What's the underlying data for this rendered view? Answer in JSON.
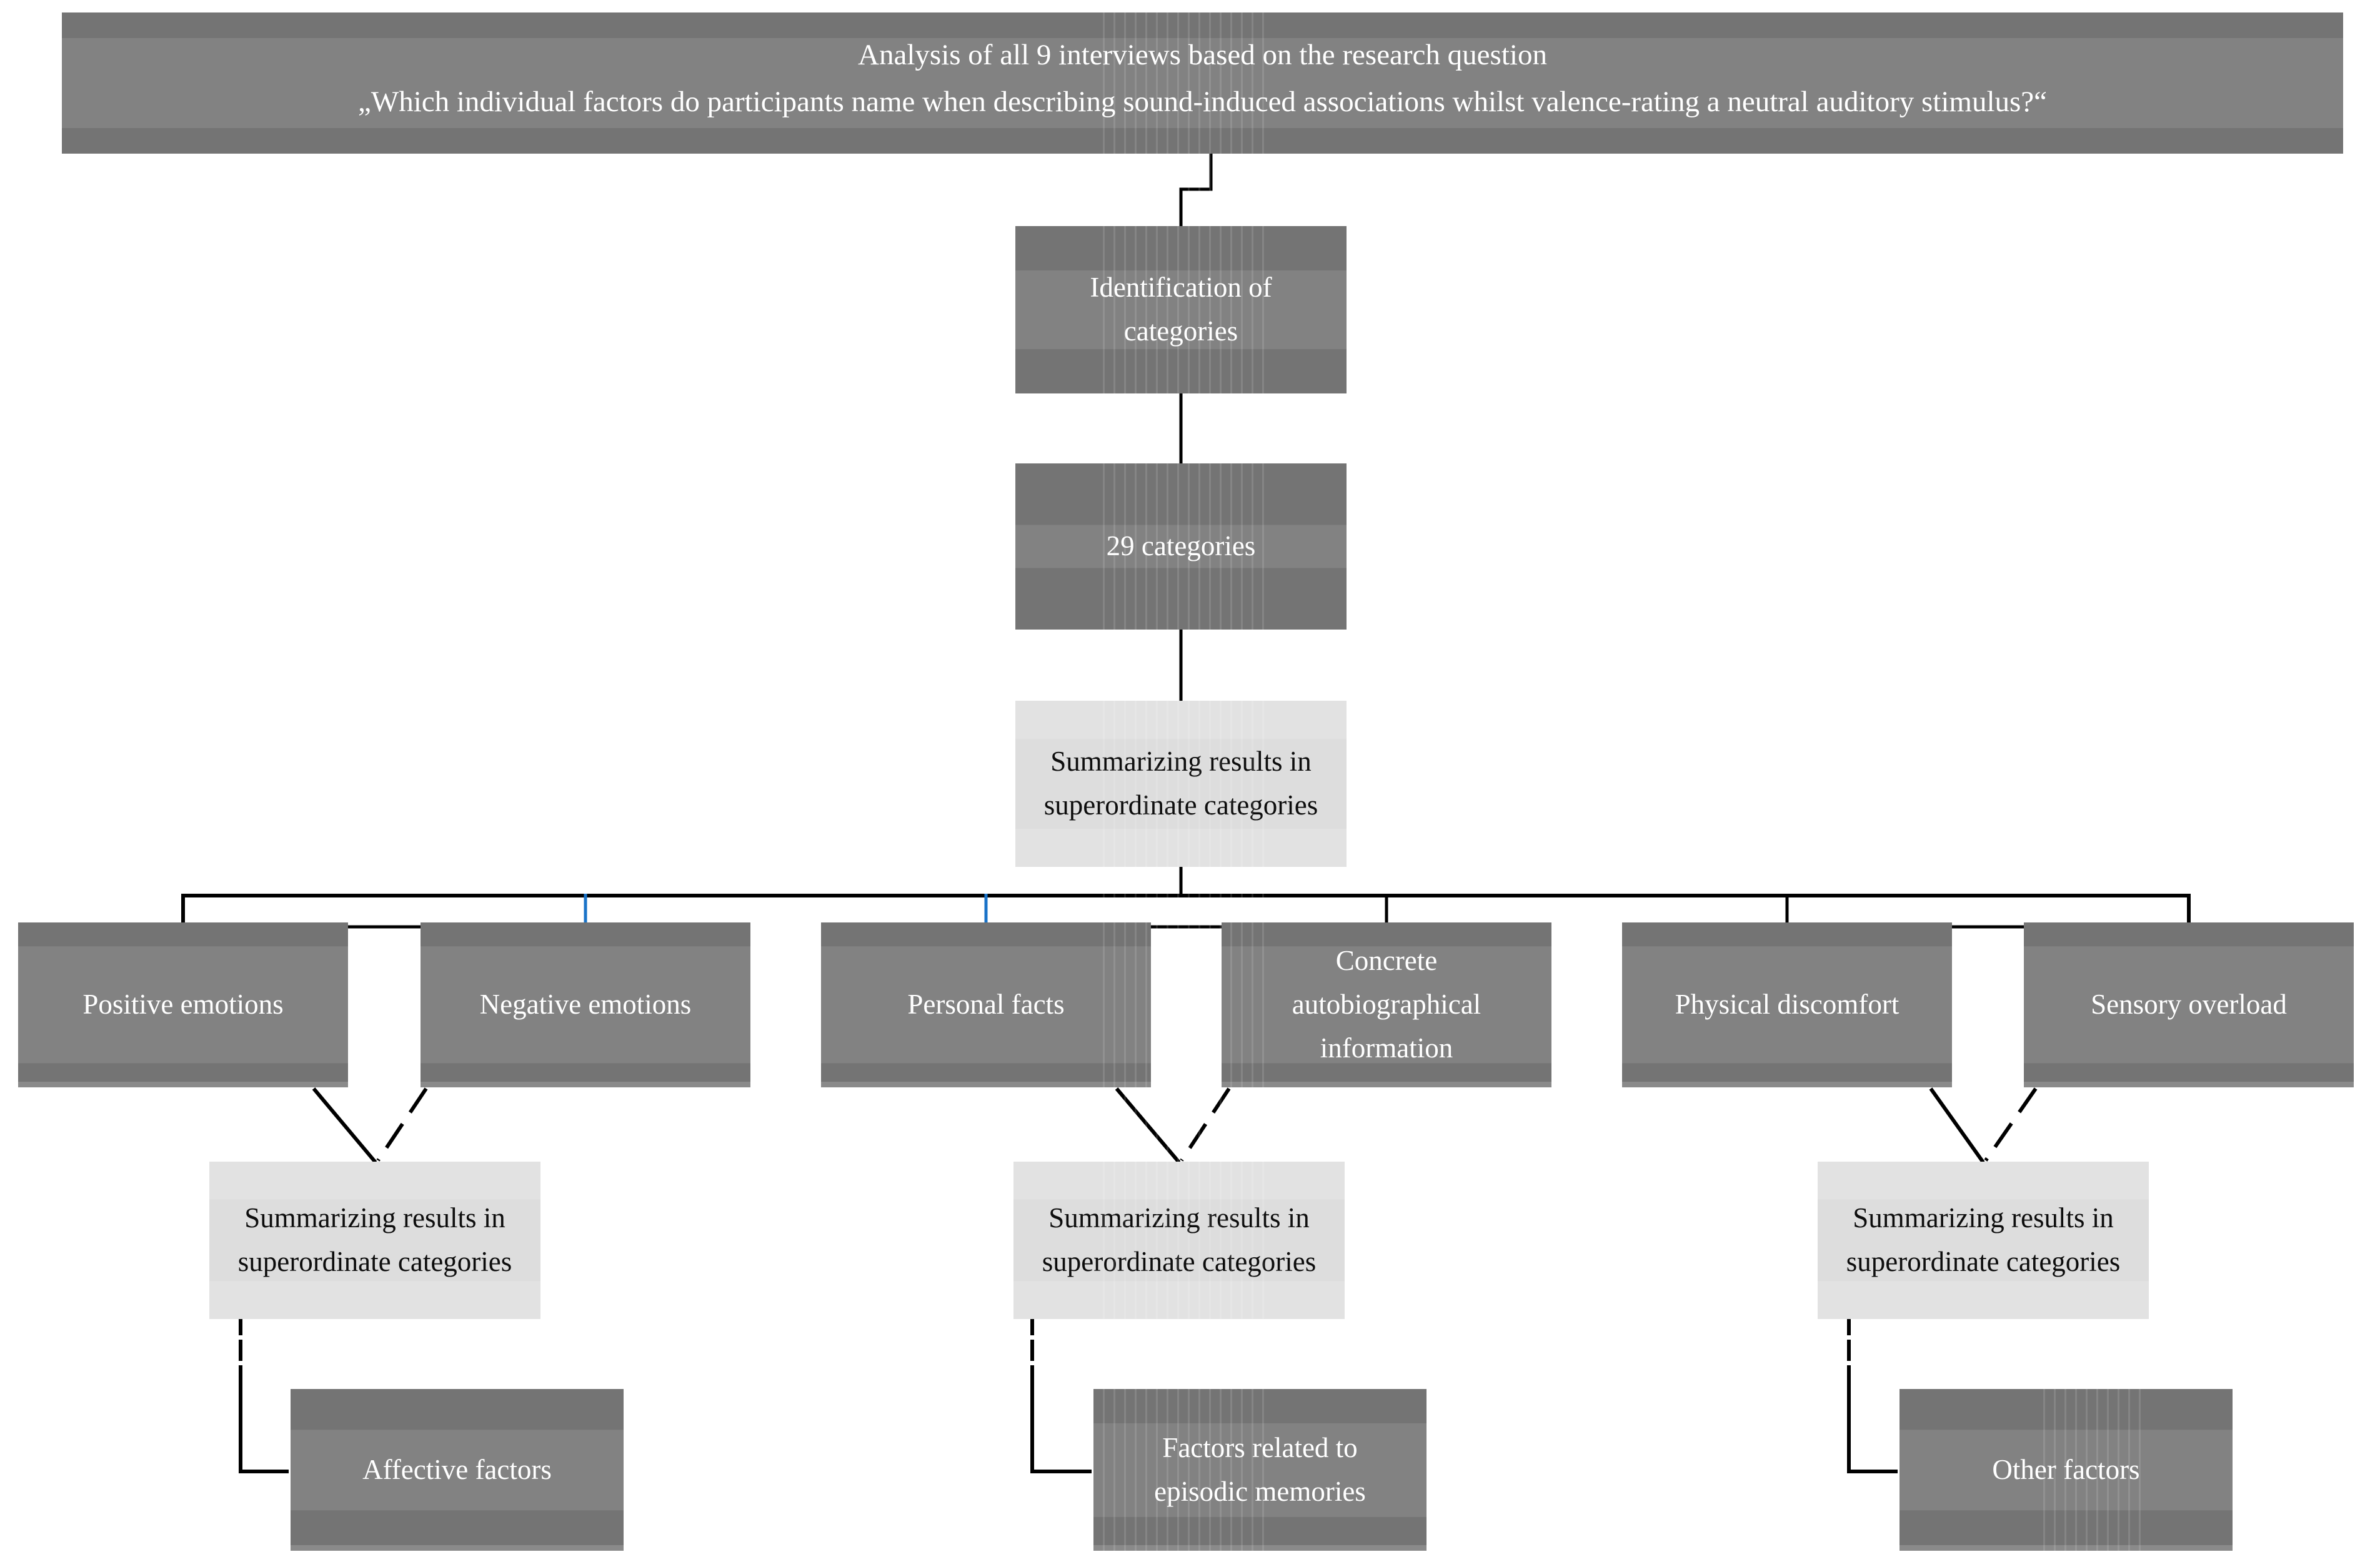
{
  "banner": {
    "line1": "Analysis of all 9 interviews based on the research question",
    "line2": "„Which individual factors do participants name when describing sound-induced associations whilst valence-rating a neutral auditory stimulus?“"
  },
  "process": {
    "identification": {
      "label": "Identification of\ncategories"
    },
    "categories_count": {
      "label": "29 categories"
    },
    "summarize_top": {
      "label": "Summarizing results in\nsuperordinate categories"
    }
  },
  "categories": [
    {
      "label": "Positive emotions"
    },
    {
      "label": "Negative emotions"
    },
    {
      "label": "Personal facts"
    },
    {
      "label": "Concrete\nautobiographical\ninformation"
    },
    {
      "label": "Physical discomfort"
    },
    {
      "label": "Sensory overload"
    }
  ],
  "summarize_boxes": [
    {
      "label": "Summarizing results in\nsuperordinate categories"
    },
    {
      "label": "Summarizing results in\nsuperordinate categories"
    },
    {
      "label": "Summarizing results in\nsuperordinate categories"
    }
  ],
  "outcomes": [
    {
      "label": "Affective factors"
    },
    {
      "label": "Factors related to\nepisodic memories"
    },
    {
      "label": "Other factors"
    }
  ],
  "colors": {
    "dark_box_bg": "#747474",
    "dark_box_band": "#828282",
    "light_box_bg": "#e2e2e2",
    "light_box_band": "#dddddd",
    "text_on_dark": "#ffffff",
    "text_on_light": "#0d0d0d",
    "connector_black": "#000000",
    "connector_blue": "#1a73c8"
  }
}
